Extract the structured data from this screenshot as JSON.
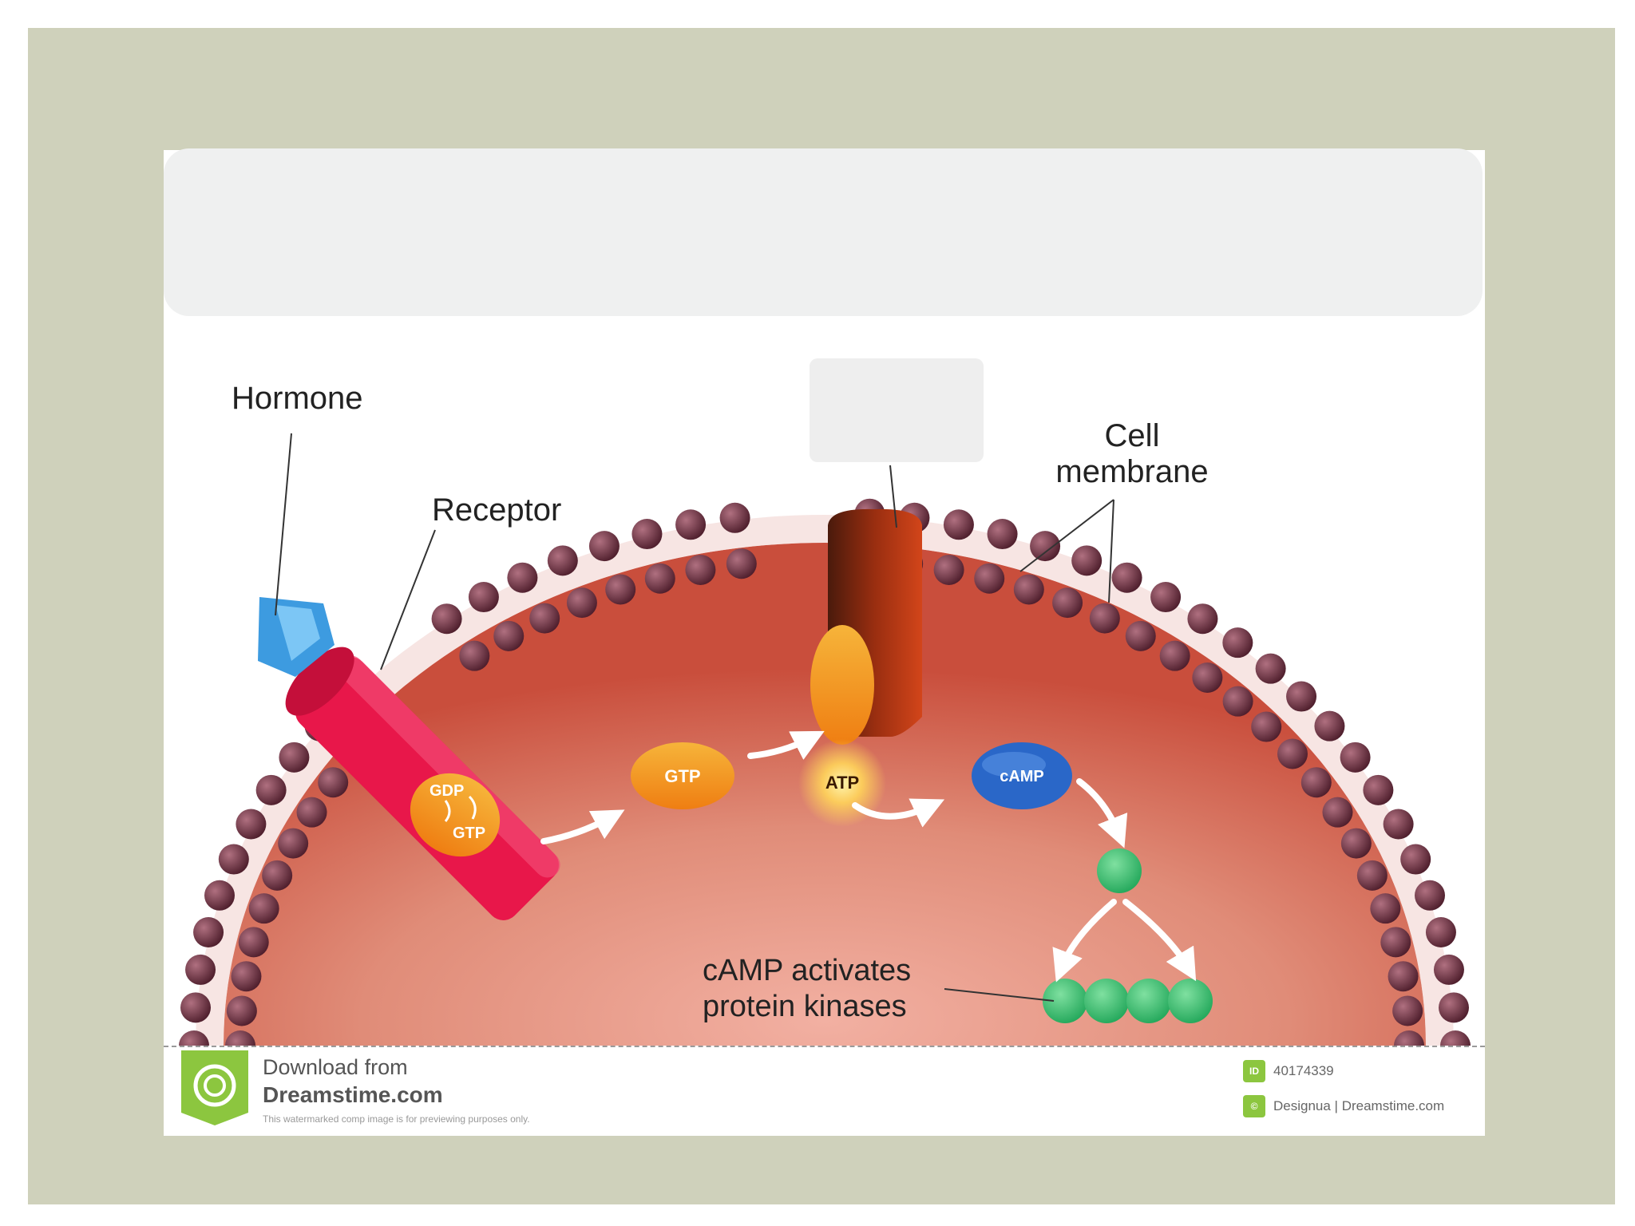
{
  "labels": {
    "hormone": "Hormone",
    "receptor": "Receptor",
    "cell_membrane_line1": "Cell",
    "cell_membrane_line2": "membrane",
    "activates_line1": "cAMP activates",
    "activates_line2": "protein kinases"
  },
  "molecules": {
    "gdp": "GDP",
    "gtp_on_receptor": "GTP",
    "gtp_free": "GTP",
    "atp": "ATP",
    "camp": "cAMP"
  },
  "footer": {
    "download_from": "Download from",
    "site": "Dreamstime.com",
    "disclaimer": "This watermarked comp image is for previewing purposes only.",
    "image_id": "40174339",
    "author": "Designua | Dreamstime.com"
  },
  "colors": {
    "slide_background": "#cfd1bb",
    "cytoplasm": "#d9705e",
    "phospholipid_head": "#6e3140",
    "receptor": "#e8174a",
    "hormone": "#3d9be0",
    "g_protein": "#f29a1c",
    "adenylyl_cyclase": "#8a2a12",
    "camp": "#2a67c8",
    "protein_kinase": "#3cbd6e",
    "dreamstime_green": "#8cc63f"
  }
}
